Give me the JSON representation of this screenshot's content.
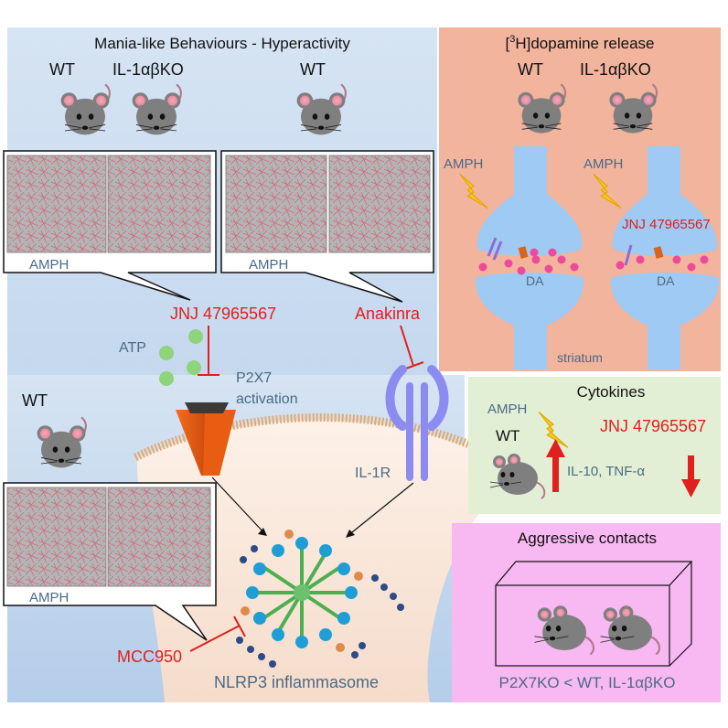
{
  "mania_panel": {
    "title": "Mania-like Behaviours - Hyperactivity",
    "labels": [
      "WT",
      "IL-1αβKO",
      "WT",
      "WT"
    ],
    "amph_labels": [
      "AMPH",
      "AMPH",
      "AMPH"
    ]
  },
  "dopamine_panel": {
    "title_sup": "3",
    "title_pre": "[",
    "title_post": "H]dopamine release",
    "wt_label": "WT",
    "ko_label": "IL-1αβKO",
    "amph1": "AMPH",
    "amph2": "AMPH",
    "drug": "JNJ 47965567",
    "da1": "DA",
    "da2": "DA",
    "region": "striatum"
  },
  "cytokines_panel": {
    "title": "Cytokines",
    "amph": "AMPH",
    "wt": "WT",
    "drug": "JNJ 47965567",
    "markers": "IL-10, TNF-α"
  },
  "aggression_panel": {
    "title": "Aggressive contacts",
    "result": "P2X7KO < WT, IL-1αβKO"
  },
  "pathway": {
    "jnj": "JNJ 47965567",
    "anakinra": "Anakinra",
    "atp": "ATP",
    "p2x7_line1": "P2X7",
    "p2x7_line2": "activation",
    "il1r": "IL-1R",
    "mcc950": "MCC950",
    "nlrp3": "NLRP3 inflammasome"
  },
  "colors": {
    "background_blue": "#d6e4f3",
    "dopamine_bg": "#f2b49c",
    "cytokines_bg": "#e2efd5",
    "aggression_bg": "#f8b8f2",
    "inhibitor_red": "#e0201c",
    "label_gray": "#4b6a86",
    "track_red": "#e43a5a"
  }
}
